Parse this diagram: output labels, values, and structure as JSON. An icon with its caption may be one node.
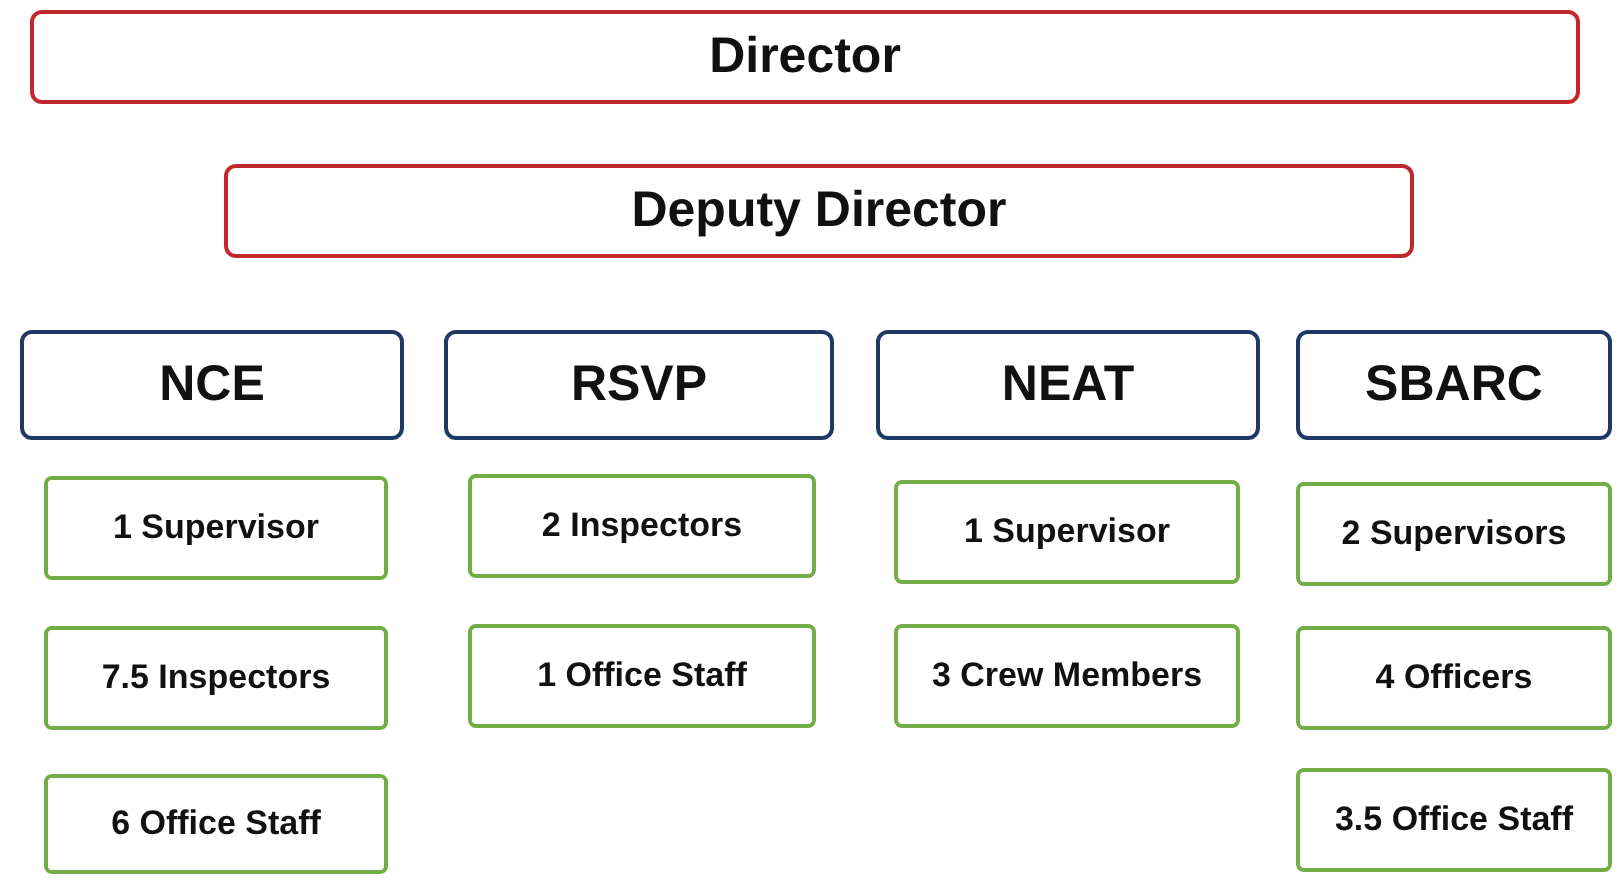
{
  "diagram": {
    "nodes": [
      {
        "text": [
          "Director"
        ]
      },
      {
        "text": [
          "Deputy Director"
        ]
      },
      {
        "text": [
          "NCE"
        ]
      },
      {
        "text": [
          "RSVP"
        ]
      },
      {
        "text": [
          "NEAT"
        ]
      },
      {
        "text": [
          "SBARC"
        ]
      },
      {
        "text": [
          "1 Supervisor"
        ]
      },
      {
        "text": [
          "7.5 Inspectors"
        ]
      },
      {
        "text": [
          "6 Office Staff"
        ]
      },
      {
        "text": [
          "2 Inspectors"
        ]
      },
      {
        "text": [
          "1 Office Staff"
        ]
      },
      {
        "text": [
          "1 Supervisor"
        ]
      },
      {
        "text": [
          "3 Crew Members"
        ]
      },
      {
        "text": [
          "2 Supervisors"
        ]
      },
      {
        "text": [
          "4 Officers"
        ]
      },
      {
        "text": [
          "3.5 Office Staff"
        ]
      }
    ],
    "edges": []
  }
}
